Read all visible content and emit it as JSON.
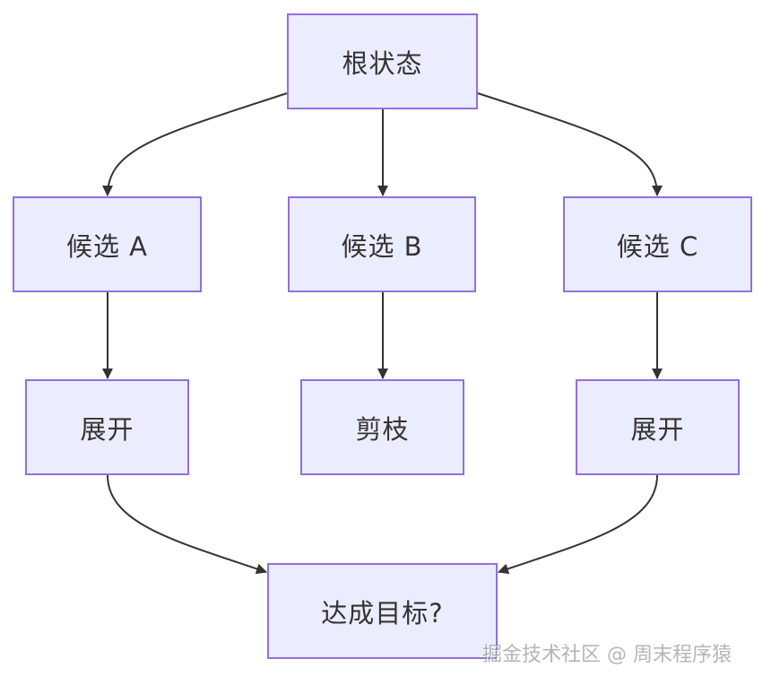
{
  "diagram": {
    "nodes": {
      "root": "根状态",
      "candidate_a": "候选 A",
      "candidate_b": "候选 B",
      "candidate_c": "候选 C",
      "expand_a": "展开",
      "prune_b": "剪枝",
      "expand_c": "展开",
      "goal": "达成目标?"
    },
    "edges": [
      {
        "from": "root",
        "to": "candidate_a"
      },
      {
        "from": "root",
        "to": "candidate_b"
      },
      {
        "from": "root",
        "to": "candidate_c"
      },
      {
        "from": "candidate_a",
        "to": "expand_a"
      },
      {
        "from": "candidate_b",
        "to": "prune_b"
      },
      {
        "from": "candidate_c",
        "to": "expand_c"
      },
      {
        "from": "expand_a",
        "to": "goal"
      },
      {
        "from": "expand_c",
        "to": "goal"
      }
    ],
    "colors": {
      "node_fill": "#ECECFF",
      "node_border": "#9370DB",
      "edge": "#333333",
      "text": "#333333"
    }
  },
  "watermark": "掘金技术社区 @ 周末程序猿"
}
